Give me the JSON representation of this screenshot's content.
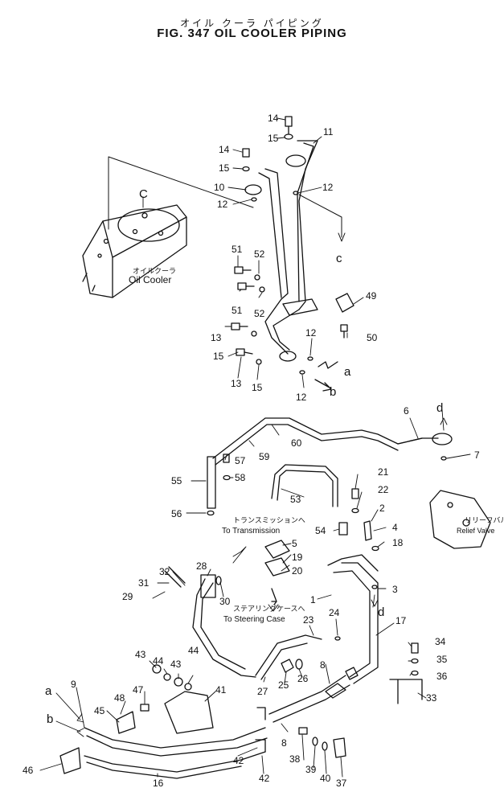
{
  "header": {
    "title_jp": "オイル クーラ パイピング",
    "title": "FIG. 347  OIL COOLER PIPING"
  },
  "labels": {
    "oil_cooler_jp": "オイルクーラ",
    "oil_cooler": "Oil Cooler",
    "relief_valve_jp": "リリーフバルブ",
    "relief_valve": "Relief Valve",
    "to_transmission_jp": "トランスミッションへ",
    "to_transmission": "To Transmission",
    "to_steering_jp": "ステアリングケースへ",
    "to_steering": "To Steering Case"
  },
  "callouts": [
    {
      "id": "c1",
      "text": "14"
    },
    {
      "id": "c2",
      "text": "15"
    },
    {
      "id": "c3",
      "text": "11"
    },
    {
      "id": "c4",
      "text": "14"
    },
    {
      "id": "c5",
      "text": "15"
    },
    {
      "id": "c6",
      "text": "10"
    },
    {
      "id": "c7",
      "text": "12"
    },
    {
      "id": "c8",
      "text": "12"
    },
    {
      "id": "c9",
      "text": "51"
    },
    {
      "id": "c10",
      "text": "52"
    },
    {
      "id": "c11",
      "text": "51"
    },
    {
      "id": "c12",
      "text": "52"
    },
    {
      "id": "c13",
      "text": "49"
    },
    {
      "id": "c14",
      "text": "13"
    },
    {
      "id": "c15",
      "text": "12"
    },
    {
      "id": "c16",
      "text": "50"
    },
    {
      "id": "c17",
      "text": "15"
    },
    {
      "id": "c18",
      "text": "13"
    },
    {
      "id": "c19",
      "text": "15"
    },
    {
      "id": "c20",
      "text": "12"
    },
    {
      "id": "c21",
      "text": "6"
    },
    {
      "id": "c22",
      "text": "60"
    },
    {
      "id": "c23",
      "text": "59"
    },
    {
      "id": "c24",
      "text": "7"
    },
    {
      "id": "c25",
      "text": "57"
    },
    {
      "id": "c26",
      "text": "55"
    },
    {
      "id": "c27",
      "text": "58"
    },
    {
      "id": "c28",
      "text": "53"
    },
    {
      "id": "c29",
      "text": "21"
    },
    {
      "id": "c30",
      "text": "22"
    },
    {
      "id": "c31",
      "text": "56"
    },
    {
      "id": "c32",
      "text": "2"
    },
    {
      "id": "c33",
      "text": "54"
    },
    {
      "id": "c34",
      "text": "4"
    },
    {
      "id": "c35",
      "text": "5"
    },
    {
      "id": "c36",
      "text": "18"
    },
    {
      "id": "c37",
      "text": "28"
    },
    {
      "id": "c38",
      "text": "32"
    },
    {
      "id": "c39",
      "text": "19"
    },
    {
      "id": "c40",
      "text": "31"
    },
    {
      "id": "c41",
      "text": "20"
    },
    {
      "id": "c42",
      "text": "1"
    },
    {
      "id": "c43",
      "text": "3"
    },
    {
      "id": "c44",
      "text": "29"
    },
    {
      "id": "c45",
      "text": "30"
    },
    {
      "id": "c46",
      "text": "23"
    },
    {
      "id": "c47",
      "text": "24"
    },
    {
      "id": "c48",
      "text": "17"
    },
    {
      "id": "c49",
      "text": "34"
    },
    {
      "id": "c50",
      "text": "35"
    },
    {
      "id": "c51",
      "text": "36"
    },
    {
      "id": "c52",
      "text": "43"
    },
    {
      "id": "c53",
      "text": "44"
    },
    {
      "id": "c54",
      "text": "43"
    },
    {
      "id": "c55",
      "text": "44"
    },
    {
      "id": "c56",
      "text": "8"
    },
    {
      "id": "c57",
      "text": "27"
    },
    {
      "id": "c58",
      "text": "25"
    },
    {
      "id": "c59",
      "text": "26"
    },
    {
      "id": "c60",
      "text": "9"
    },
    {
      "id": "c61",
      "text": "47"
    },
    {
      "id": "c62",
      "text": "48"
    },
    {
      "id": "c63",
      "text": "41"
    },
    {
      "id": "c64",
      "text": "45"
    },
    {
      "id": "c65",
      "text": "33"
    },
    {
      "id": "c66",
      "text": "8"
    },
    {
      "id": "c67",
      "text": "38"
    },
    {
      "id": "c68",
      "text": "39"
    },
    {
      "id": "c69",
      "text": "40"
    },
    {
      "id": "c70",
      "text": "37"
    },
    {
      "id": "c71",
      "text": "42"
    },
    {
      "id": "c72",
      "text": "42"
    },
    {
      "id": "c73",
      "text": "46"
    },
    {
      "id": "c74",
      "text": "16"
    }
  ],
  "letters": [
    {
      "id": "l1",
      "text": "C"
    },
    {
      "id": "l2",
      "text": "c"
    },
    {
      "id": "l3",
      "text": "a"
    },
    {
      "id": "l4",
      "text": "b"
    },
    {
      "id": "l5",
      "text": "d"
    },
    {
      "id": "l6",
      "text": "d"
    },
    {
      "id": "l7",
      "text": "a"
    },
    {
      "id": "l8",
      "text": "b"
    }
  ]
}
